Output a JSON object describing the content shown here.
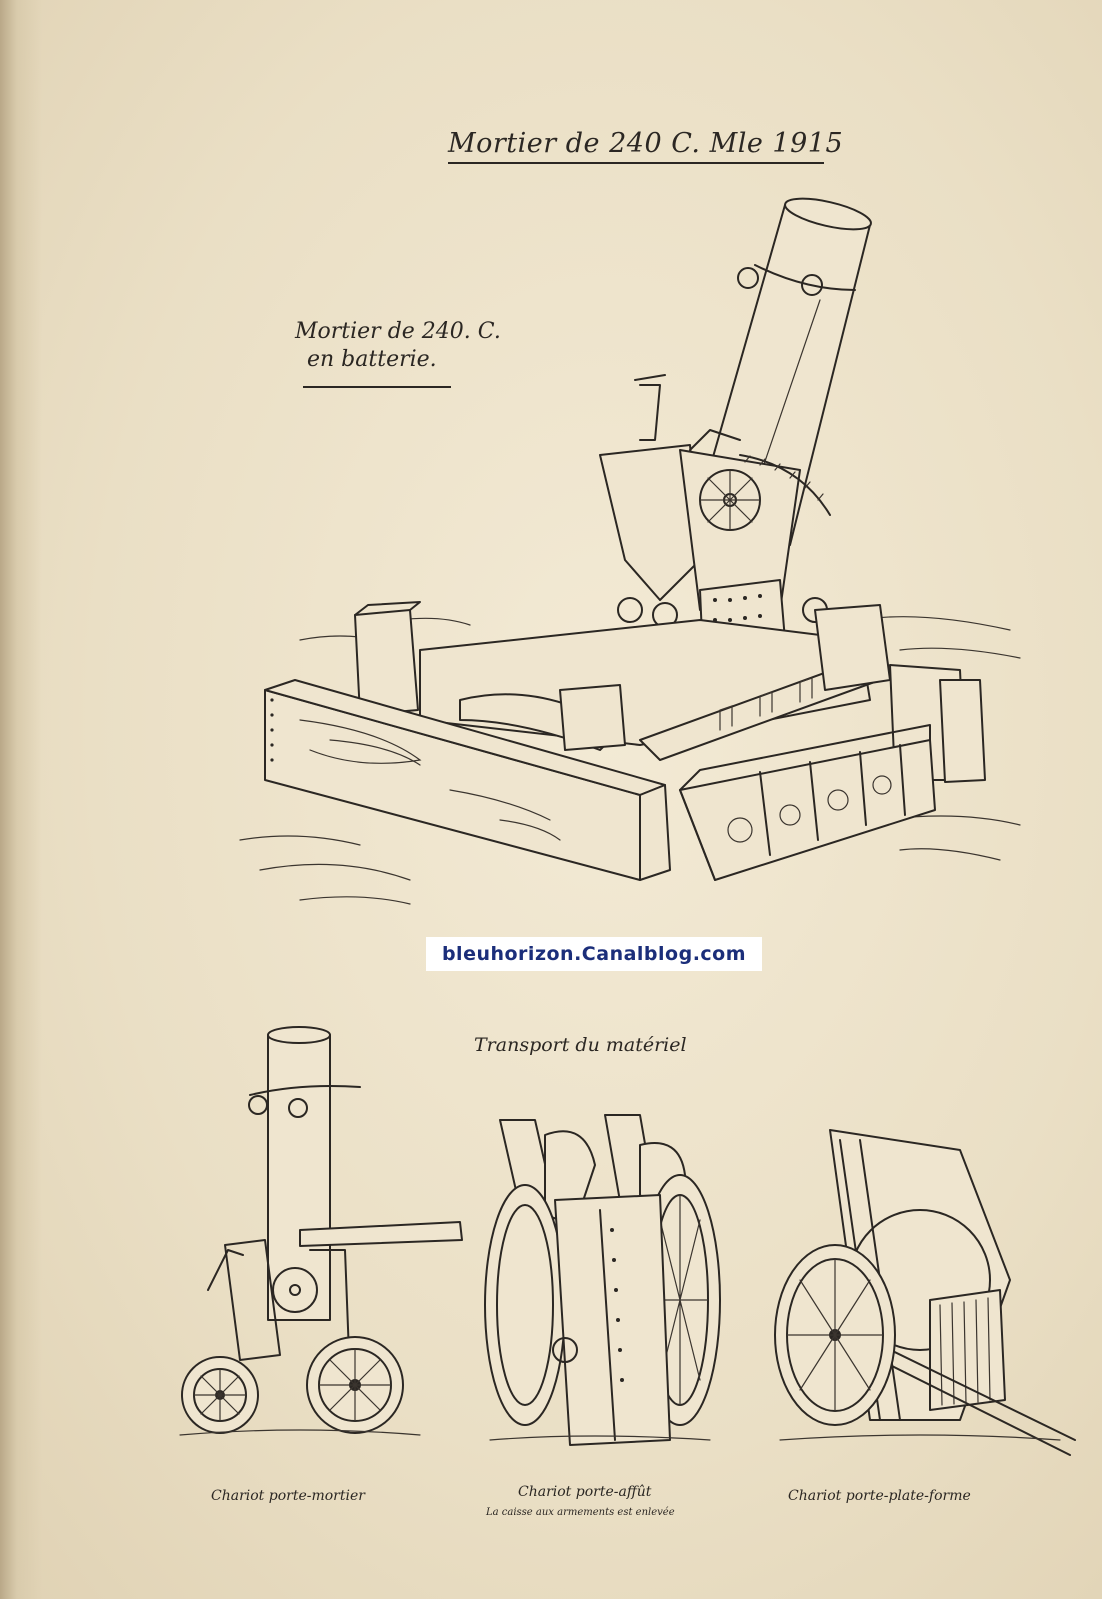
{
  "document": {
    "title": "Mortier de 240 C. Mle 1915",
    "main_caption": {
      "line1": "Mortier de 240. C.",
      "line2": "en batterie."
    },
    "watermark": "bleuhorizon.Canalblog.com",
    "section_title": "Transport du matériel",
    "figures": [
      {
        "caption": "Chariot porte-mortier",
        "subcaption": ""
      },
      {
        "caption": "Chariot porte-affût",
        "subcaption": "La caisse aux armements est enlevée"
      },
      {
        "caption": "Chariot porte-plate-forme",
        "subcaption": ""
      }
    ]
  }
}
